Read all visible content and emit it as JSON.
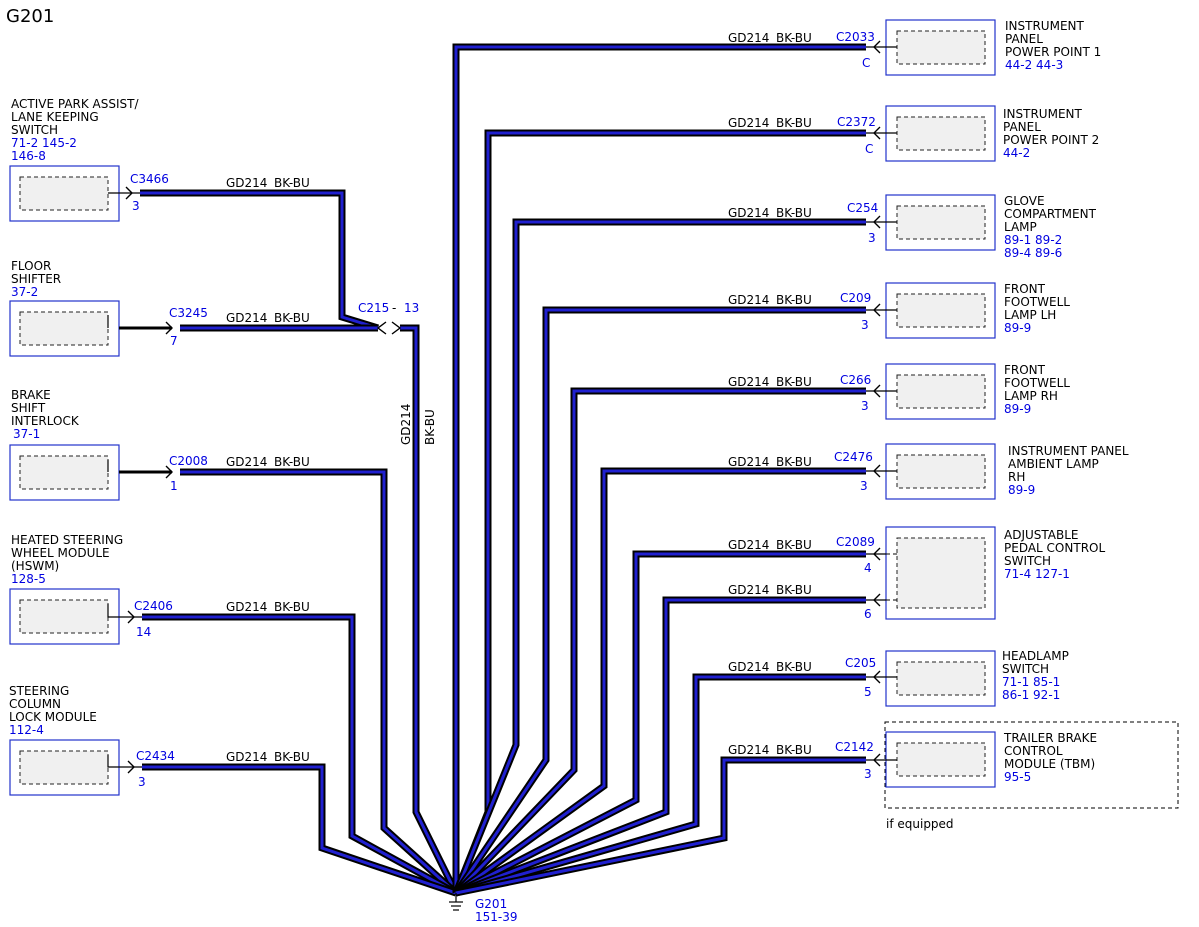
{
  "title": "G201",
  "wire_code": "GD214",
  "wire_color": "BK-BU",
  "splice": {
    "name": "C215",
    "pin": "13",
    "separator": "-"
  },
  "ground": {
    "name": "G201",
    "ref": "151-39"
  },
  "vertical_wire": {
    "code": "GD214",
    "color": "BK-BU"
  },
  "optional_note": "if equipped",
  "left_components": [
    {
      "name_lines": [
        "ACTIVE PARK ASSIST/",
        "LANE KEEPING",
        "SWITCH"
      ],
      "refs": [
        "71-2  145-2",
        "146-8"
      ],
      "connector": "C3466",
      "pin": "3"
    },
    {
      "name_lines": [
        "FLOOR",
        "SHIFTER"
      ],
      "refs": [
        "37-2"
      ],
      "connector": "C3245",
      "pin": "7"
    },
    {
      "name_lines": [
        "BRAKE",
        "SHIFT",
        "INTERLOCK"
      ],
      "refs": [
        "37-1"
      ],
      "connector": "C2008",
      "pin": "1"
    },
    {
      "name_lines": [
        "HEATED STEERING",
        "WHEEL MODULE",
        "(HSWM)"
      ],
      "refs": [
        "128-5"
      ],
      "connector": "C2406",
      "pin": "14"
    },
    {
      "name_lines": [
        "STEERING",
        "COLUMN",
        "LOCK MODULE"
      ],
      "refs": [
        "112-4"
      ],
      "connector": "C2434",
      "pin": "3"
    }
  ],
  "right_components": [
    {
      "name_lines": [
        "INSTRUMENT",
        "PANEL",
        "POWER POINT 1"
      ],
      "refs": [
        "44-2  44-3"
      ],
      "connector": "C2033",
      "pins": [
        "C"
      ]
    },
    {
      "name_lines": [
        "INSTRUMENT",
        "PANEL",
        "POWER POINT 2"
      ],
      "refs": [
        "44-2"
      ],
      "connector": "C2372",
      "pins": [
        "C"
      ]
    },
    {
      "name_lines": [
        "GLOVE",
        "COMPARTMENT",
        "LAMP"
      ],
      "refs": [
        "89-1  89-2",
        "89-4  89-6"
      ],
      "connector": "C254",
      "pins": [
        "3"
      ]
    },
    {
      "name_lines": [
        "FRONT",
        "FOOTWELL",
        "LAMP LH"
      ],
      "refs": [
        "89-9"
      ],
      "connector": "C209",
      "pins": [
        "3"
      ]
    },
    {
      "name_lines": [
        "FRONT",
        "FOOTWELL",
        "LAMP RH"
      ],
      "refs": [
        "89-9"
      ],
      "connector": "C266",
      "pins": [
        "3"
      ]
    },
    {
      "name_lines": [
        "INSTRUMENT PANEL",
        "AMBIENT LAMP",
        "RH"
      ],
      "refs": [
        "89-9"
      ],
      "connector": "C2476",
      "pins": [
        "3"
      ]
    },
    {
      "name_lines": [
        "ADJUSTABLE",
        "PEDAL CONTROL",
        "SWITCH"
      ],
      "refs": [
        "71-4  127-1"
      ],
      "connector": "C2089",
      "pins": [
        "4",
        "6"
      ]
    },
    {
      "name_lines": [
        "HEADLAMP",
        "SWITCH"
      ],
      "refs": [
        "71-1  85-1",
        "86-1  92-1"
      ],
      "connector": "C205",
      "pins": [
        "5"
      ]
    },
    {
      "name_lines": [
        "TRAILER BRAKE",
        "CONTROL",
        "MODULE (TBM)"
      ],
      "refs": [
        "95-5"
      ],
      "connector": "C2142",
      "pins": [
        "3"
      ]
    }
  ]
}
